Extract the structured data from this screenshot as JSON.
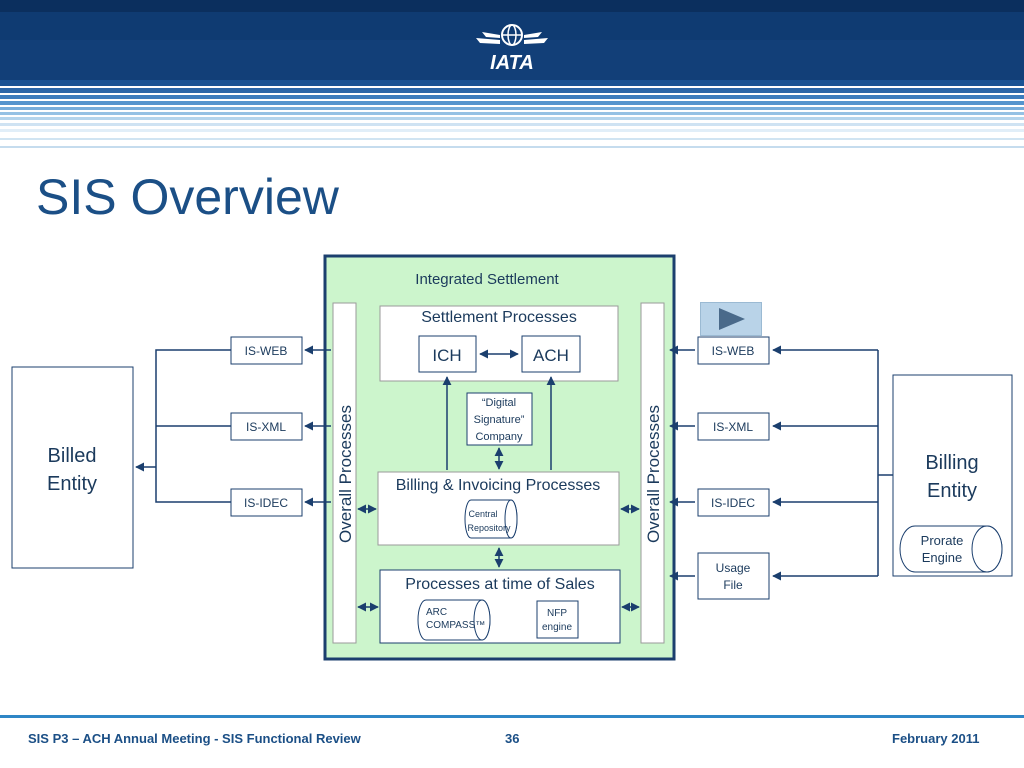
{
  "brand": {
    "logo_text": "IATA"
  },
  "slide": {
    "title": "SIS Overview"
  },
  "diagram": {
    "integrated_settlement": "Integrated Settlement",
    "settlement_processes": "Settlement Processes",
    "ich": "ICH",
    "ach": "ACH",
    "digital_signature": [
      "“Digital",
      "Signature”",
      "Company"
    ],
    "billing_invoicing": "Billing & Invoicing Processes",
    "central_repository": [
      "Central",
      "Repository"
    ],
    "processes_sales": "Processes at time of Sales",
    "arc_compass": [
      "ARC",
      "COMPASS™"
    ],
    "nfp_engine": [
      "NFP",
      "engine"
    ],
    "overall_processes": "Overall Processes",
    "left_interfaces": [
      "IS-WEB",
      "IS-XML",
      "IS-IDEC"
    ],
    "right_interfaces": [
      "IS-WEB",
      "IS-XML",
      "IS-IDEC"
    ],
    "usage_file": [
      "Usage",
      "File"
    ],
    "billed_entity": [
      "Billed",
      "Entity"
    ],
    "billing_entity": [
      "Billing",
      "Entity"
    ],
    "prorate_engine": [
      "Prorate",
      "Engine"
    ]
  },
  "footer": {
    "left": "SIS P3 – ACH Annual Meeting - SIS Functional Review",
    "page": "36",
    "date": "February 2011"
  },
  "colors": {
    "title": "#1b4f86",
    "panel_fill": "#ccf5cc",
    "panel_border": "#1b3f6e",
    "line": "#1b3f6e"
  },
  "icons": {
    "play": "play-icon",
    "logo": "iata-globe-icon"
  }
}
